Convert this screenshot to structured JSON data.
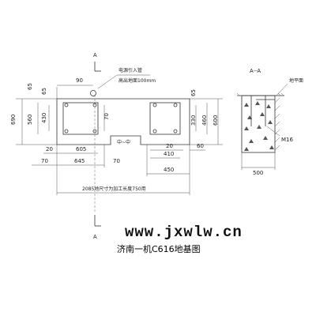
{
  "section_marks": {
    "top": "A",
    "bottom": "A",
    "section_title": "A--A"
  },
  "notes": {
    "power_inlet": "电源引入管",
    "height_above_floor": "高出地面100mm",
    "floor_surface": "地平面",
    "bolt": "M16"
  },
  "dimensions": {
    "d65_top_left": "65",
    "d90": "90",
    "d65_left_inner": "65",
    "d690": "690",
    "d560": "560",
    "d430": "430",
    "d65_right_top": "65",
    "d70_mid": "70",
    "d330": "330",
    "d460": "460",
    "d600": "600",
    "d20_left": "20",
    "d605": "605",
    "d70_left_bottom": "70",
    "d645": "645",
    "d70_center_bottom": "70",
    "d20_right": "20",
    "d60": "60",
    "d410": "410",
    "d450": "450",
    "d500": "500",
    "total_length": "2085地尺寸为加工长度750用"
  },
  "watermark": "www.jxwlw.cn",
  "caption": "济南一机C616地基图"
}
